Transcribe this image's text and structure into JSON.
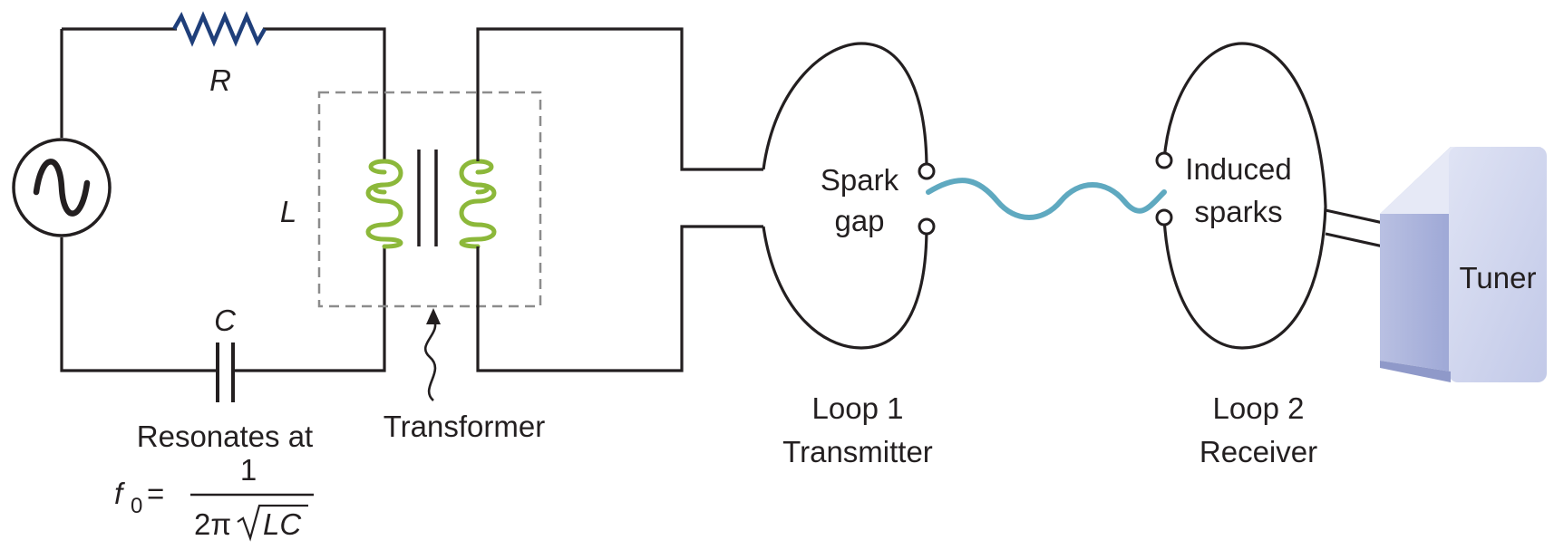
{
  "labels": {
    "resistor": "R",
    "inductor": "L",
    "capacitor": "C",
    "resonates": "Resonates at",
    "transformer": "Transformer",
    "spark_line1": "Spark",
    "spark_line2": "gap",
    "induced_line1": "Induced",
    "induced_line2": "sparks",
    "tuner": "Tuner",
    "loop1_line1": "Loop 1",
    "loop1_line2": "Transmitter",
    "loop2_line1": "Loop 2",
    "loop2_line2": "Receiver"
  },
  "formula": {
    "symbol": "f",
    "subscript": "0",
    "equals": "=",
    "numerator": "1",
    "denominator_prefix": "2π",
    "radicand": "LC"
  },
  "colors": {
    "wire": "#231f20",
    "resistor": "#1f3f7a",
    "coil": "#8cb83a",
    "wave": "#5fa9c0",
    "dashed_box": "#8c8c8c",
    "tuner_face": "#c9cfea",
    "tuner_side": "#aab3dc"
  },
  "icons": {
    "ac_source": "sine-wave-source-icon",
    "transformer_pointer": "wavy-arrow-icon"
  }
}
